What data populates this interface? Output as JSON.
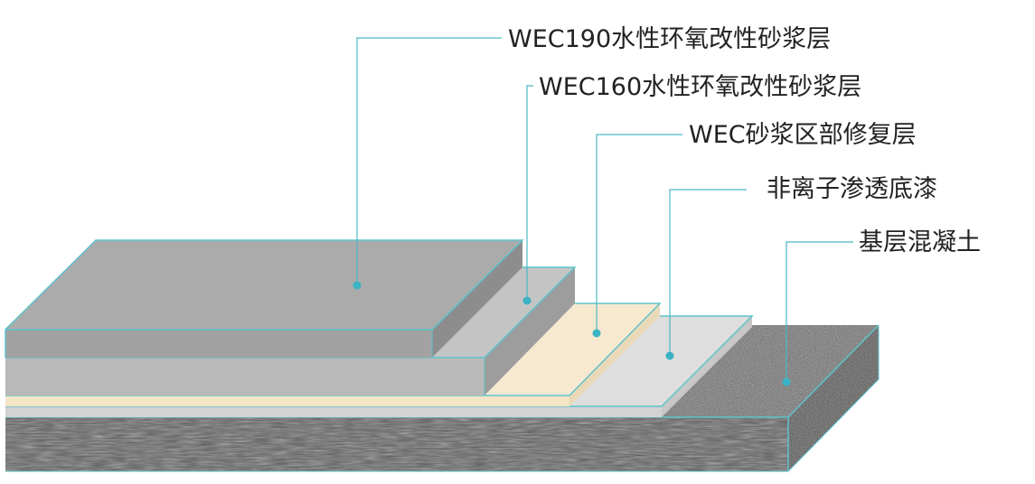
{
  "colors": {
    "leader_line": "#4cb8c4",
    "marker_dot": "#3bb3c3",
    "edge_outline": "#5fc3cc",
    "concrete": "#6e6e6e",
    "sand_layer": "#f6e8cf",
    "primer_layer": "#dcdcdc",
    "wec160_layer": "#bdbdbd",
    "wec190_layer": "#a9a9a9"
  },
  "layers": [
    {
      "id": "wec190",
      "label": "WEC190水性环氧改性砂浆层"
    },
    {
      "id": "wec160",
      "label": "WEC160水性环氧改性砂浆层"
    },
    {
      "id": "repair",
      "label": "WEC砂浆区部修复层"
    },
    {
      "id": "primer",
      "label": "非离子渗透底漆"
    },
    {
      "id": "concrete",
      "label": "基层混凝土"
    }
  ]
}
